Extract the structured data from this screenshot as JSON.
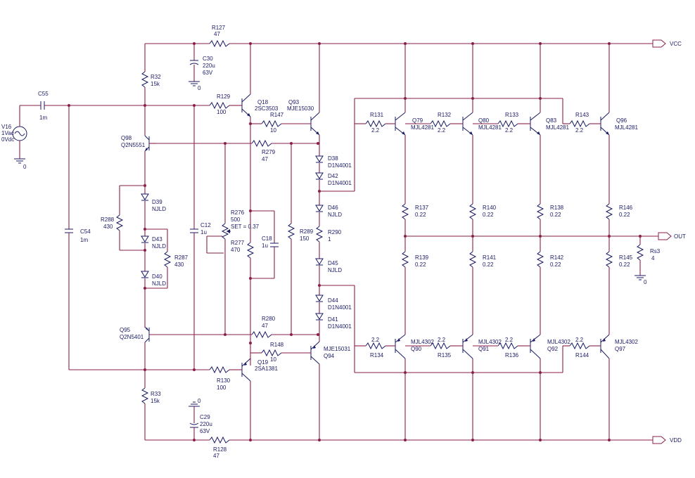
{
  "ports": {
    "vcc": "VCC",
    "vdd": "VDD",
    "out": "OUT"
  },
  "grounds": {
    "g1": "0",
    "g2": "0",
    "g3": "0",
    "g4": "0"
  },
  "source": {
    "name": "V16",
    "l1": "1Vac",
    "l2": "0Vdc"
  },
  "caps": {
    "c55": {
      "name": "C55",
      "value": "1m"
    },
    "c54": {
      "name": "C54",
      "value": "1m"
    },
    "c30": {
      "name": "C30",
      "value": "220u",
      "volt": "63V"
    },
    "c29": {
      "name": "C29",
      "value": "220u",
      "volt": "63V"
    },
    "c12": {
      "name": "C12",
      "value": "1u"
    },
    "c18": {
      "name": "C18",
      "value": "1u"
    }
  },
  "resistors": {
    "r127": {
      "name": "R127",
      "value": "47"
    },
    "r128": {
      "name": "R128",
      "value": "47"
    },
    "r32": {
      "name": "R32",
      "value": "15k"
    },
    "r33": {
      "name": "R33",
      "value": "15k"
    },
    "r129": {
      "name": "R129",
      "value": "100"
    },
    "r130": {
      "name": "R130",
      "value": "100"
    },
    "r147": {
      "name": "R147",
      "value": "10"
    },
    "r148": {
      "name": "R148",
      "value": "10"
    },
    "r279": {
      "name": "R279",
      "value": "47"
    },
    "r280": {
      "name": "R280",
      "value": "47"
    },
    "r288": {
      "name": "R288",
      "value": "430"
    },
    "r287": {
      "name": "R287",
      "value": "430"
    },
    "r276": {
      "name": "R276",
      "value": "500",
      "set": "SET = 0.37"
    },
    "r277": {
      "name": "R277",
      "value": "470"
    },
    "r289": {
      "name": "R289",
      "value": "150"
    },
    "r290": {
      "name": "R290",
      "value": "1"
    },
    "r131": {
      "name": "R131",
      "value": "2.2"
    },
    "r132": {
      "name": "R132",
      "value": "2.2"
    },
    "r133": {
      "name": "R133",
      "value": "2.2"
    },
    "r143": {
      "name": "R143",
      "value": "2.2"
    },
    "r134": {
      "name": "R134",
      "value": "2.2"
    },
    "r135": {
      "name": "R135",
      "value": "2.2"
    },
    "r136": {
      "name": "R136",
      "value": "2.2"
    },
    "r144": {
      "name": "R144",
      "value": "2.2"
    },
    "r137": {
      "name": "R137",
      "value": "0.22"
    },
    "r140": {
      "name": "R140",
      "value": "0.22"
    },
    "r138": {
      "name": "R138",
      "value": "0.22"
    },
    "r146": {
      "name": "R146",
      "value": "0.22"
    },
    "r139": {
      "name": "R139",
      "value": "0.22"
    },
    "r141": {
      "name": "R141",
      "value": "0.22"
    },
    "r142": {
      "name": "R142",
      "value": "0.22"
    },
    "r145": {
      "name": "R145",
      "value": "0.22"
    },
    "rs3": {
      "name": "Rs3",
      "value": "4"
    }
  },
  "diodes": {
    "d38": {
      "name": "D38",
      "part": "D1N4001"
    },
    "d42": {
      "name": "D42",
      "part": "D1N4001"
    },
    "d46": {
      "name": "D46",
      "part": "NJLD"
    },
    "d45": {
      "name": "D45",
      "part": "NJLD"
    },
    "d44": {
      "name": "D44",
      "part": "D1N4001"
    },
    "d41": {
      "name": "D41",
      "part": "D1N4001"
    },
    "d39": {
      "name": "D39",
      "part": "NJLD"
    },
    "d43": {
      "name": "D43",
      "part": "NJLD"
    },
    "d40": {
      "name": "D40",
      "part": "NJLD"
    }
  },
  "transistors": {
    "q18": {
      "name": "Q18",
      "part": "2SC3503"
    },
    "q19": {
      "name": "Q19",
      "part": "2SA1381"
    },
    "q93": {
      "name": "Q93",
      "part": "MJE15030"
    },
    "q94": {
      "name": "Q94",
      "part": "MJE15031"
    },
    "q98": {
      "name": "Q98",
      "part": "Q2N5551"
    },
    "q95": {
      "name": "Q95",
      "part": "Q2N5401"
    },
    "q79": {
      "name": "Q79",
      "part": "MJL4281"
    },
    "q80": {
      "name": "Q80",
      "part": "MJL4281"
    },
    "q83": {
      "name": "Q83",
      "part": "MJL4281"
    },
    "q96": {
      "name": "Q96",
      "part": "MJL4281"
    },
    "q90": {
      "name": "Q90",
      "part": "MJL4302"
    },
    "q91": {
      "name": "Q91",
      "part": "MJL4302"
    },
    "q92": {
      "name": "Q92",
      "part": "MJL4302"
    },
    "q97": {
      "name": "Q97",
      "part": "MJL4302"
    }
  }
}
